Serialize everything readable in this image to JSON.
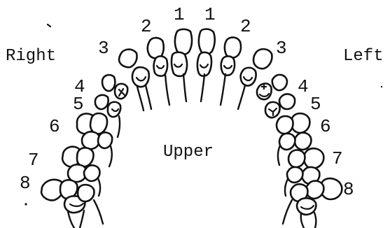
{
  "diagram": {
    "side_right": "Right",
    "side_left": "Left",
    "center_label": "Upper",
    "right_numbers": [
      "1",
      "2",
      "3",
      "4",
      "5",
      "6",
      "7",
      "8"
    ],
    "left_numbers": [
      "1",
      "2",
      "3",
      "4",
      "5",
      "6",
      "7",
      "8"
    ]
  }
}
